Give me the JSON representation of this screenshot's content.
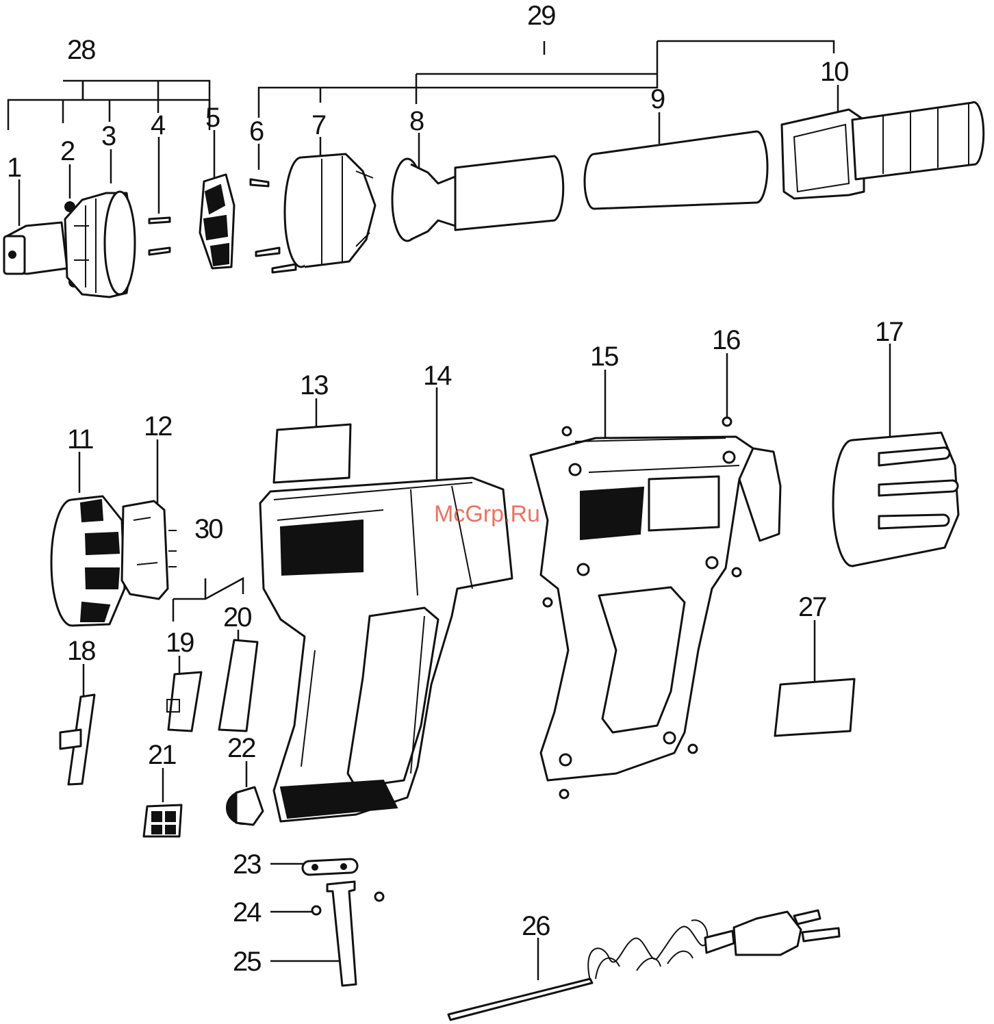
{
  "watermark": "McGrp.Ru",
  "labels": {
    "l1": "1",
    "l2": "2",
    "l3": "3",
    "l4": "4",
    "l5": "5",
    "l6": "6",
    "l7": "7",
    "l8": "8",
    "l9": "9",
    "l10": "10",
    "l11": "11",
    "l12": "12",
    "l13": "13",
    "l14": "14",
    "l15": "15",
    "l16": "16",
    "l17": "17",
    "l18": "18",
    "l19": "19",
    "l20": "20",
    "l21": "21",
    "l22": "22",
    "l23": "23",
    "l24": "24",
    "l25": "25",
    "l26": "26",
    "l27": "27",
    "l28": "28",
    "l29": "29",
    "l30": "30"
  }
}
